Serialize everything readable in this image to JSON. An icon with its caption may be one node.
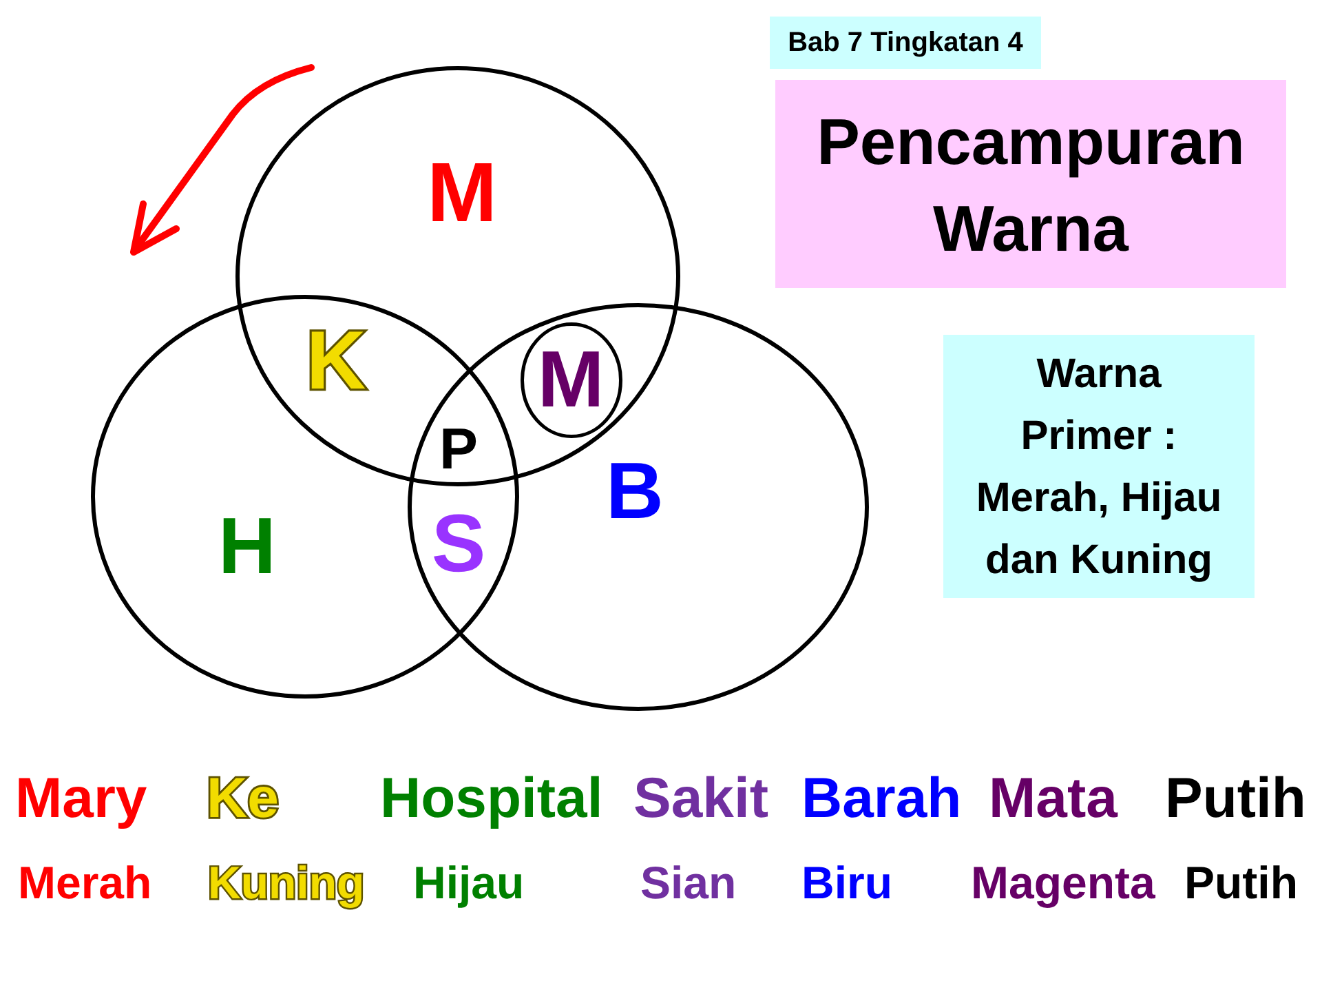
{
  "diagram": {
    "title": "Pencampuran Warna",
    "nodes": [
      {
        "text": [
          "Bab 7 Tingkatan 4"
        ]
      },
      {
        "text": [
          "M"
        ]
      },
      {
        "text": [
          "H"
        ]
      },
      {
        "text": [
          "B"
        ]
      },
      {
        "text": [
          "M"
        ]
      },
      {
        "text": [
          "Warna Primer : Merah, Hijau dan Kuning"
        ]
      }
    ],
    "labels": [
      "K",
      "P",
      "S",
      "Mary",
      "Ke",
      "Hospital",
      "Sakit",
      "Barah",
      "Mata",
      "Putih",
      "Merah",
      "Kuning",
      "Hijau",
      "Sian",
      "Biru",
      "Magenta",
      "Putih"
    ]
  }
}
